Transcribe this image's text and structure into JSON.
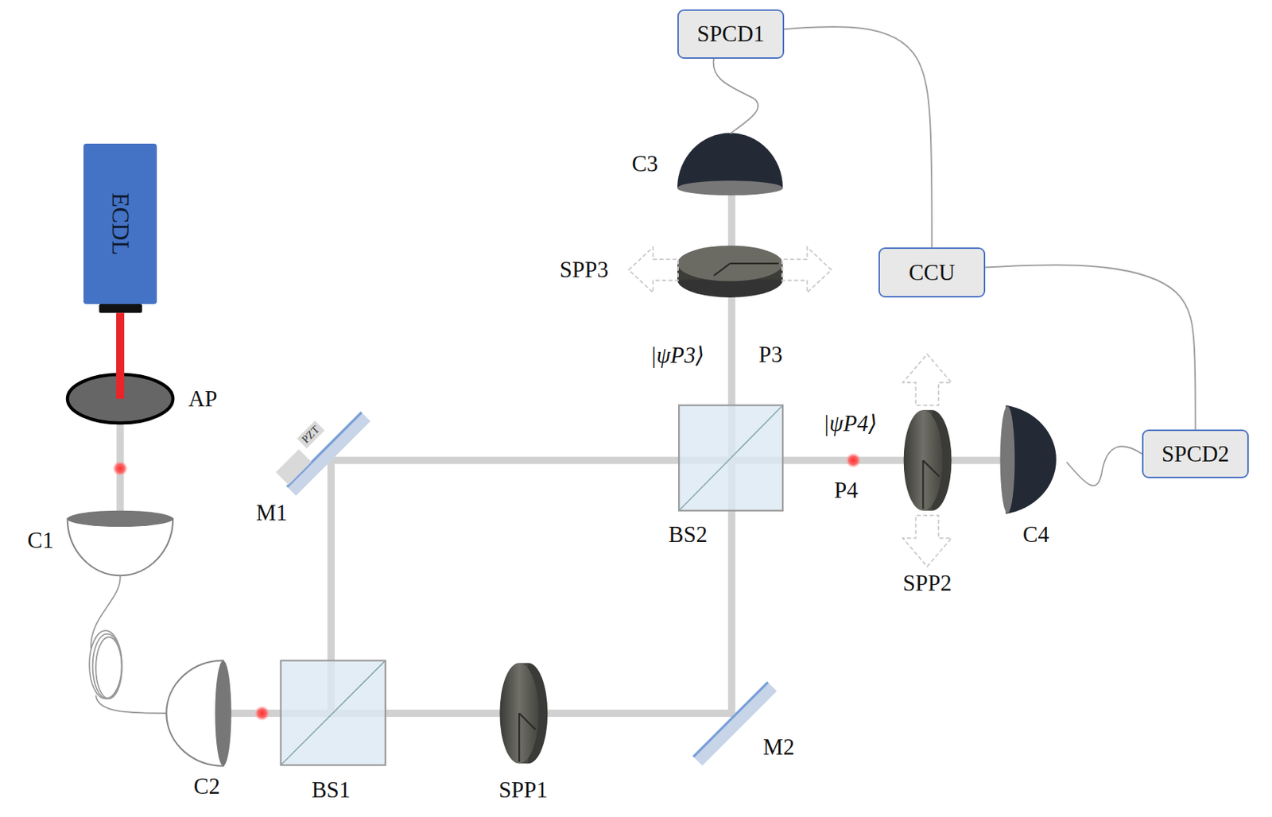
{
  "diagram": {
    "nodes": [
      {
        "text": [
          "ECDL"
        ]
      },
      {
        "text": [
          "SPCD1"
        ]
      },
      {
        "text": [
          "CCU"
        ]
      },
      {
        "text": [
          "SPCD2"
        ]
      }
    ],
    "edges": [
      {
        "from": 1,
        "to": 2,
        "arrow": "none"
      },
      {
        "from": 2,
        "to": 3,
        "arrow": "none"
      }
    ],
    "labels": [
      "AP",
      "C1",
      "C2",
      "BS1",
      "SPP1",
      "M2",
      "M1",
      "PZT",
      "BS2",
      "|ψP3⟩",
      "P3",
      "|ψP4⟩",
      "P4",
      "SPP2",
      "C4",
      "SPP3",
      "C3"
    ]
  }
}
